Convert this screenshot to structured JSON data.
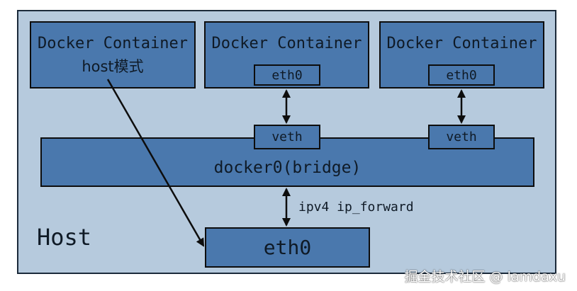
{
  "host": {
    "label": "Host"
  },
  "containers": [
    {
      "title": "Docker Container",
      "subtitle": "host模式"
    },
    {
      "title": "Docker Container",
      "interface": "eth0"
    },
    {
      "title": "Docker Container",
      "interface": "eth0"
    }
  ],
  "bridge": {
    "label": "docker0(bridge)",
    "veths": [
      "veth",
      "veth"
    ]
  },
  "forward_label": "ipv4 ip_forward",
  "host_eth": {
    "label": "eth0"
  },
  "watermark": "掘金技术社区 @ lamdaxu",
  "colors": {
    "panel_background": "#b6cadd",
    "box_fill": "#4a78ad",
    "border": "#0d0d0d"
  }
}
